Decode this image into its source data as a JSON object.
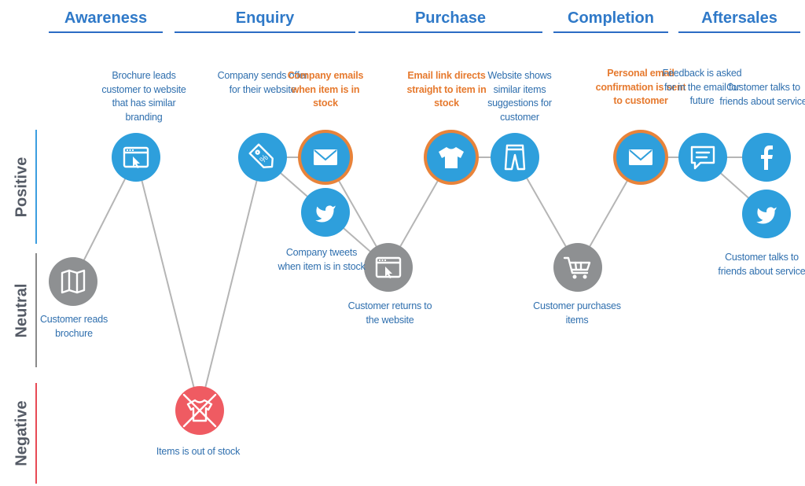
{
  "phases": [
    {
      "id": "awareness",
      "label": "Awareness"
    },
    {
      "id": "enquiry",
      "label": "Enquiry"
    },
    {
      "id": "purchase",
      "label": "Purchase"
    },
    {
      "id": "completion",
      "label": "Completion"
    },
    {
      "id": "aftersales",
      "label": "Aftersales"
    }
  ],
  "zones": [
    {
      "id": "positive",
      "label": "Positive",
      "color": "#3c9ee0"
    },
    {
      "id": "neutral",
      "label": "Neutral",
      "color": "#8a8a8a"
    },
    {
      "id": "negative",
      "label": "Negative",
      "color": "#e84a55"
    }
  ],
  "colors": {
    "phase_text": "#2f79c8",
    "node_blue": "#2e9fdc",
    "node_grey": "#8e9092",
    "node_red": "#ef5b62",
    "highlight_ring": "#e8833a",
    "text_blue": "#2f6fae",
    "text_orange": "#e67a2f",
    "connector": "#b5b5b5"
  },
  "nodes": [
    {
      "id": "brochure",
      "sentiment": "neutral",
      "icon": "map-icon",
      "label": "Customer reads brochure",
      "highlight": false
    },
    {
      "id": "branding",
      "sentiment": "positive",
      "icon": "browser-cursor-icon",
      "label": "Brochure leads customer to website that has similar branding",
      "highlight": false
    },
    {
      "id": "out-of-stock",
      "sentiment": "negative",
      "icon": "shirt-crossed-icon",
      "label": "Items is out of stock",
      "highlight": false
    },
    {
      "id": "offer",
      "sentiment": "positive",
      "icon": "price-tag-icon",
      "label": "Company sends offer for their website",
      "highlight": false
    },
    {
      "id": "email-stock",
      "sentiment": "positive",
      "icon": "envelope-icon",
      "label": "Company emails when item is in stock",
      "highlight": true
    },
    {
      "id": "tweet-stock",
      "sentiment": "positive",
      "icon": "twitter-icon",
      "label": "Company tweets when item is in stock",
      "highlight": false
    },
    {
      "id": "returns",
      "sentiment": "neutral",
      "icon": "browser-cursor-icon",
      "label": "Customer returns to the website",
      "highlight": false
    },
    {
      "id": "email-link",
      "sentiment": "positive",
      "icon": "tshirt-icon",
      "label": "Email link directs straight to item in stock",
      "highlight": true
    },
    {
      "id": "similar",
      "sentiment": "positive",
      "icon": "trousers-icon",
      "label": "Website  shows similar items suggestions for customer",
      "highlight": false
    },
    {
      "id": "purchases",
      "sentiment": "neutral",
      "icon": "cart-icon",
      "label": "Customer purchases items",
      "highlight": false
    },
    {
      "id": "confirm",
      "sentiment": "positive",
      "icon": "envelope-icon",
      "label": "Personal email confirmation is sent to customer",
      "highlight": true
    },
    {
      "id": "feedback",
      "sentiment": "positive",
      "icon": "chat-bubble-icon",
      "label": "Feedback is asked for in the email for future",
      "highlight": false
    },
    {
      "id": "fb-talk",
      "sentiment": "positive",
      "icon": "facebook-icon",
      "label": "Customer talks to friends about service",
      "highlight": false
    },
    {
      "id": "tw-talk",
      "sentiment": "positive",
      "icon": "twitter-icon",
      "label": "Customer talks to friends about service",
      "highlight": false
    }
  ],
  "connections": [
    [
      "brochure",
      "branding"
    ],
    [
      "branding",
      "out-of-stock"
    ],
    [
      "out-of-stock",
      "offer"
    ],
    [
      "offer",
      "email-stock"
    ],
    [
      "offer",
      "tweet-stock"
    ],
    [
      "email-stock",
      "returns"
    ],
    [
      "tweet-stock",
      "returns"
    ],
    [
      "returns",
      "email-link"
    ],
    [
      "email-link",
      "similar"
    ],
    [
      "similar",
      "purchases"
    ],
    [
      "purchases",
      "confirm"
    ],
    [
      "confirm",
      "feedback"
    ],
    [
      "feedback",
      "fb-talk"
    ],
    [
      "feedback",
      "tw-talk"
    ]
  ]
}
